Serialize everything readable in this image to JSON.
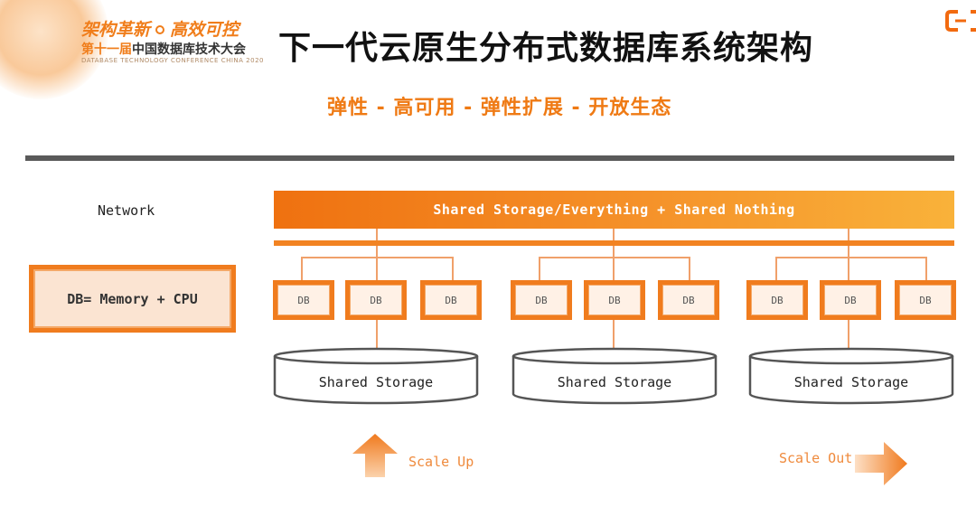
{
  "header": {
    "slogan_left": "架构革新",
    "slogan_right": "高效可控",
    "event_ordinal": "第十一届",
    "event_name": "中国数据库技术大会",
    "event_english": "DATABASE TECHNOLOGY CONFERENCE CHINA 2020",
    "title": "下一代云原生分布式数据库系统架构",
    "subtitle": "弹性 - 高可用 - 弹性扩展 - 开放生态"
  },
  "diagram": {
    "network_label": "Network",
    "db_formula": "DB= Memory + CPU",
    "shared_bar": "Shared Storage/Everything + Shared Nothing",
    "clusters": [
      {
        "nodes": [
          "DB",
          "DB",
          "DB"
        ],
        "storage": "Shared Storage"
      },
      {
        "nodes": [
          "DB",
          "DB",
          "DB"
        ],
        "storage": "Shared Storage"
      },
      {
        "nodes": [
          "DB",
          "DB",
          "DB"
        ],
        "storage": "Shared Storage"
      }
    ],
    "scale_up_label": "Scale Up",
    "scale_out_label": "Scale Out"
  },
  "colors": {
    "accent": "#f07c1e",
    "accent_light": "#f9b23a",
    "rule": "#5a5a5a"
  }
}
